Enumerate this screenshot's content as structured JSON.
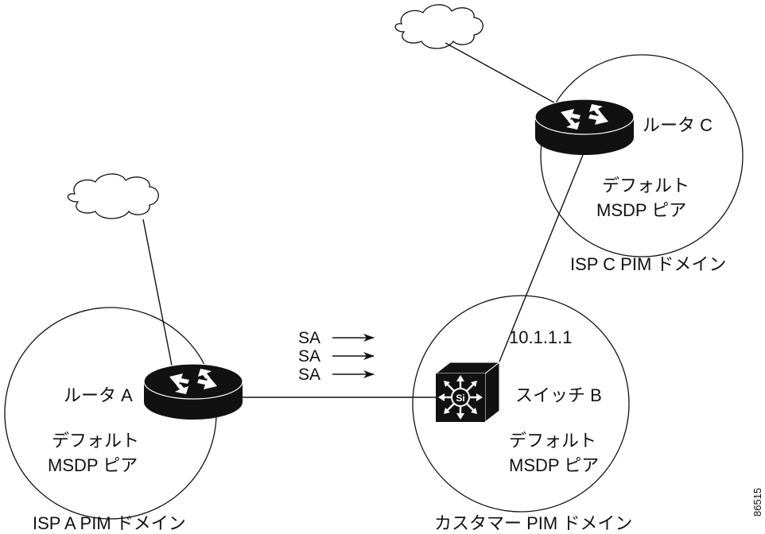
{
  "domains": {
    "isp_a": "ISP A PIM ドメイン",
    "isp_c": "ISP C PIM ドメイン",
    "customer": "カスタマー PIM ドメイン"
  },
  "router_a": {
    "label": "ルータ A",
    "peer_line1": "デフォルト",
    "peer_line2": "MSDP ピア"
  },
  "router_c": {
    "label": "ルータ C",
    "peer_line1": "デフォルト",
    "peer_line2": "MSDP ピア"
  },
  "switch_b": {
    "label": "スイッチ B",
    "badge": "Si",
    "ip": "10.1.1.1",
    "peer_line1": "デフォルト",
    "peer_line2": "MSDP ピア"
  },
  "sa_messages": [
    "SA",
    "SA",
    "SA"
  ],
  "figure_id": "86515"
}
